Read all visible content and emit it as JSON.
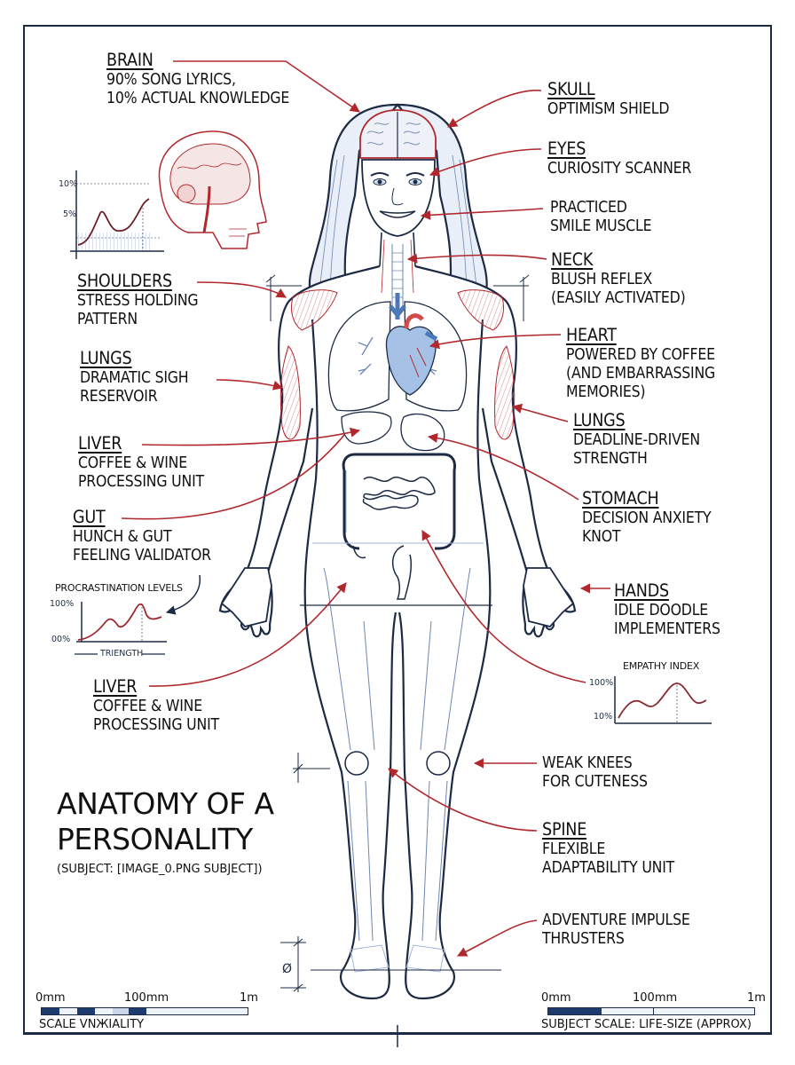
{
  "poster": {
    "title_line1": "ANATOMY OF A",
    "title_line2": "PERSONALITY",
    "subtitle": "(SUBJECT: [IMAGE_0.PNG SUBJECT])"
  },
  "labels": {
    "brain": {
      "title": "BRAIN",
      "desc1": "90% SONG LYRICS,",
      "desc2": "10% ACTUAL KNOWLEDGE"
    },
    "skull": {
      "title": "SKULL",
      "desc1": "OPTIMISM SHIELD"
    },
    "eyes": {
      "title": "EYES",
      "desc1": "CURIOSITY SCANNER"
    },
    "smile": {
      "desc1": "PRACTICED",
      "desc2": "SMILE MUSCLE"
    },
    "neck": {
      "title": "NECK",
      "desc1": "BLUSH REFLEX",
      "desc2": "(EASILY ACTIVATED)"
    },
    "shoulders": {
      "title": "SHOULDERS",
      "desc1": "STRESS HOLDING",
      "desc2": "PATTERN"
    },
    "heart": {
      "title": "HEART",
      "desc1": "POWERED BY COFFEE",
      "desc2": "(AND EMBARRASSING",
      "desc3": "MEMORIES)"
    },
    "lungs_left": {
      "title": "LUNGS",
      "desc1": "DRAMATIC SIGH",
      "desc2": "RESERVOIR"
    },
    "lungs_right": {
      "title": "LUNGS",
      "desc1": "DEADLINE-DRIVEN",
      "desc2": "STRENGTH"
    },
    "liver_upper": {
      "title": "LIVER",
      "desc1": "COFFEE & WINE",
      "desc2": "PROCESSING UNIT"
    },
    "stomach": {
      "title": "STOMACH",
      "desc1": "DECISION ANXIETY",
      "desc2": "KNOT"
    },
    "gut": {
      "title": "GUT",
      "desc1": "HUNCH & GUT",
      "desc2": "FEELING VALIDATOR"
    },
    "hands": {
      "title": "HANDS",
      "desc1": "IDLE DOODLE",
      "desc2": "IMPLEMENTERS"
    },
    "liver_lower": {
      "title": "LIVER",
      "desc1": "COFFEE & WINE",
      "desc2": "PROCESSING UNIT"
    },
    "knees": {
      "desc1": "WEAK KNEES",
      "desc2": "FOR CUTENESS"
    },
    "spine": {
      "title": "SPINE",
      "desc1": "FLEXIBLE",
      "desc2": "ADAPTABILITY UNIT"
    },
    "ankles": {
      "desc1": "ADVENTURE IMPULSE",
      "desc2": "THRUSTERS"
    }
  },
  "charts_text": {
    "brain_chart": {
      "y_top": "10%",
      "y_mid": "5%"
    },
    "procrastination": {
      "title": "PROCRASTINATION LEVELS",
      "y_top": "100%",
      "y_bottom": "00%",
      "x_label": "TRIENGTH"
    },
    "empathy": {
      "title": "EMPATHY INDEX",
      "y_top": "100%",
      "y_bottom": "10%"
    }
  },
  "chart_data": [
    {
      "type": "line",
      "title": "",
      "ylabel": "",
      "xlabel": "",
      "y_ticks": [
        "5%",
        "10%"
      ],
      "ylim": [
        0,
        10
      ],
      "x": [
        0,
        1,
        2,
        3,
        4,
        5,
        6,
        7,
        8
      ],
      "values": [
        1,
        1.8,
        5.5,
        3.5,
        2.8,
        3.2,
        4.5,
        6.5,
        8
      ]
    },
    {
      "type": "line",
      "title": "PROCRASTINATION LEVELS",
      "xlabel": "TRIENGTH",
      "y_ticks": [
        "00%",
        "100%"
      ],
      "ylim": [
        0,
        100
      ],
      "x": [
        0,
        1,
        2,
        3,
        4,
        5,
        6,
        7
      ],
      "values": [
        5,
        15,
        45,
        35,
        55,
        95,
        50,
        55
      ]
    },
    {
      "type": "line",
      "title": "EMPATHY INDEX",
      "y_ticks": [
        "10%",
        "100%"
      ],
      "ylim": [
        0,
        100
      ],
      "x": [
        0,
        1,
        2,
        3,
        4,
        5,
        6,
        7
      ],
      "values": [
        10,
        55,
        40,
        60,
        90,
        60,
        50,
        55
      ]
    }
  ],
  "scales": {
    "left": {
      "t0": "0mm",
      "t1": "100mm",
      "t2": "1m",
      "caption": "SCALE VNЖIALITY"
    },
    "right": {
      "t0": "0mm",
      "t1": "100mm",
      "t2": "1m",
      "caption": "SUBJECT SCALE: LIFE-SIZE (APPROX)"
    }
  },
  "colors": {
    "ink": "#1d2a44",
    "accent_red": "#b0282e",
    "muscle_red": "#d98a8a",
    "organ_blue": "#4a78b8",
    "fill_light": "#eef3fa"
  }
}
